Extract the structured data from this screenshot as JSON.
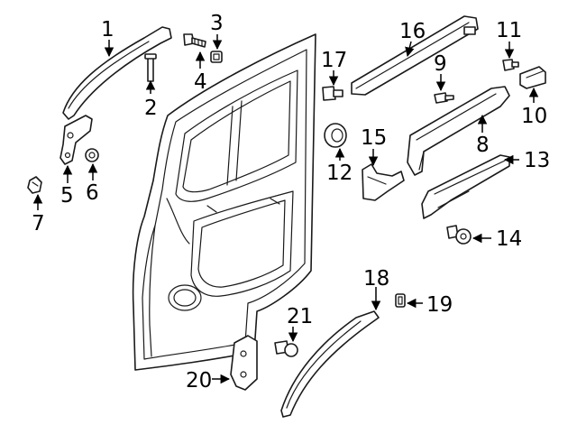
{
  "callouts": [
    {
      "number": "1"
    },
    {
      "number": "2"
    },
    {
      "number": "3"
    },
    {
      "number": "4"
    },
    {
      "number": "5"
    },
    {
      "number": "6"
    },
    {
      "number": "7"
    },
    {
      "number": "8"
    },
    {
      "number": "9"
    },
    {
      "number": "10"
    },
    {
      "number": "11"
    },
    {
      "number": "12"
    },
    {
      "number": "13"
    },
    {
      "number": "14"
    },
    {
      "number": "15"
    },
    {
      "number": "16"
    },
    {
      "number": "17"
    },
    {
      "number": "18"
    },
    {
      "number": "19"
    },
    {
      "number": "20"
    },
    {
      "number": "21"
    }
  ]
}
